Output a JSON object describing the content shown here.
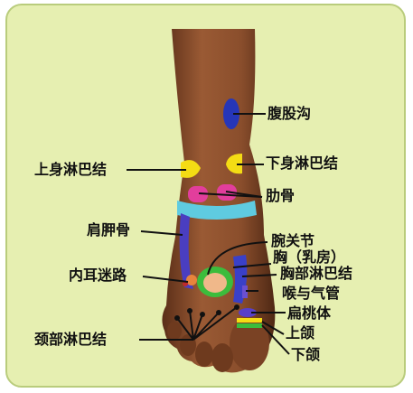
{
  "labels": {
    "abdominal_groove": "腹股沟",
    "upper_body_lymph": "上身淋巴结",
    "lower_body_lymph": "下身淋巴结",
    "ribs": "肋骨",
    "scapula": "肩胛骨",
    "wrist_joint": "腕关节",
    "chest_breast": "胸（乳房）",
    "chest_lymph": "胸部淋巴结",
    "inner_ear": "内耳迷路",
    "throat_trachea": "喉与气管",
    "tonsils": "扁桃体",
    "neck_lymph": "颈部淋巴结",
    "upper_jaw": "上颌",
    "lower_jaw": "下颌"
  },
  "colors": {
    "background": "#e6efb1",
    "skin": "#8a4e2c",
    "groove_blue": "#2636b8",
    "lymph_yellow": "#f4dc14",
    "rib_pink": "#e23e9c",
    "shoulder_cyan": "#5fcbe0",
    "scapula_purple": "#4a3ec0",
    "chest_green": "#3cbc3c",
    "throat_purple": "#6a50d0"
  }
}
